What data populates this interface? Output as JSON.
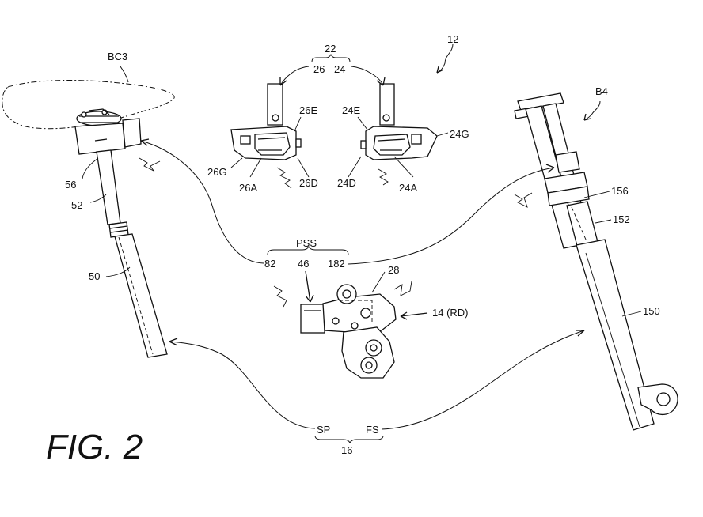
{
  "figure": {
    "title": "FIG. 2"
  },
  "labels": {
    "system": "12",
    "operating_group": "22",
    "left_operating": "26",
    "right_operating": "24",
    "l_26E": "26E",
    "l_26G": "26G",
    "l_26A": "26A",
    "l_26D": "26D",
    "l_24E": "24E",
    "l_24G": "24G",
    "l_24D": "24D",
    "l_24A": "24A",
    "bc3": "BC3",
    "b4": "B4",
    "l_56": "56",
    "l_52": "52",
    "l_50": "50",
    "l_156": "156",
    "l_152": "152",
    "l_150": "150",
    "pss": "PSS",
    "l_82": "82",
    "l_46": "46",
    "l_182": "182",
    "l_28": "28",
    "rd": "14 (RD)",
    "sp": "SP",
    "fs": "FS",
    "l_16": "16"
  },
  "icons": {
    "seatpost": "seatpost-icon",
    "front_fork": "suspension-fork-icon",
    "derailleur": "rear-derailleur-icon",
    "left_shifter": "left-shifter-icon",
    "right_shifter": "right-shifter-icon",
    "wireless": "wireless-signal-icon"
  }
}
